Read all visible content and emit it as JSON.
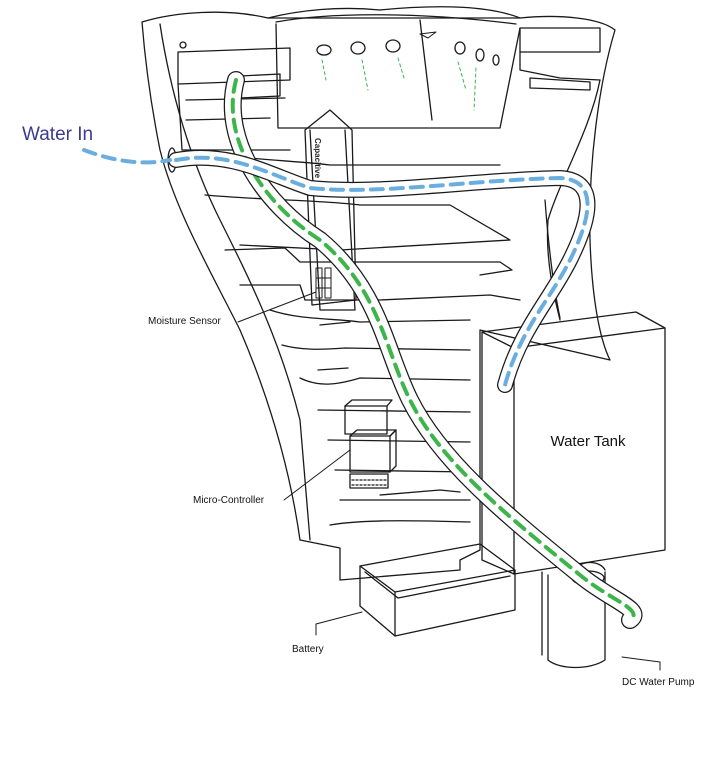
{
  "labels": {
    "water_in": "Water In",
    "moisture_sensor": "Moisture Sensor",
    "micro_controller": "Micro-Controller",
    "battery": "Battery",
    "water_tank": "Water Tank",
    "dc_water_pump": "DC Water Pump"
  },
  "colors": {
    "outline": "#1a1a1a",
    "water_in_path": "#6aaee0",
    "pump_path": "#3db54a",
    "water_in_label": "#3b3b8f"
  }
}
